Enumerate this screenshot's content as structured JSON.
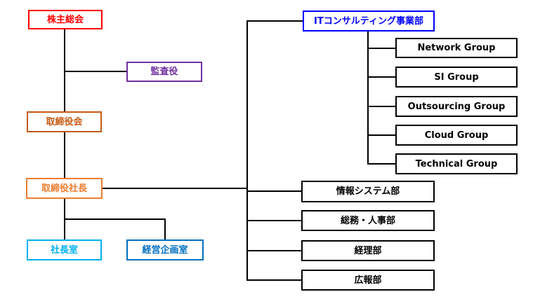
{
  "page": {
    "background": "#ffffff",
    "connector_color": "#000000"
  },
  "org": {
    "shareholders": {
      "label": "株主総会",
      "color": "#ff0000"
    },
    "auditor": {
      "label": "監査役",
      "color": "#7030a0"
    },
    "board": {
      "label": "取締役会",
      "color": "#c55a11"
    },
    "president": {
      "label": "取締役社長",
      "color": "#ed7d31"
    },
    "presidents_office": {
      "label": "社長室",
      "color": "#00b0f0"
    },
    "corporate_planning": {
      "label": "経営企画室",
      "color": "#0070c0"
    },
    "it_division": {
      "label": "ITコンサルティング事業部",
      "color": "#0000ff"
    },
    "groups": [
      {
        "label": "Network Group",
        "color": "#000000"
      },
      {
        "label": "SI Group",
        "color": "#000000"
      },
      {
        "label": "Outsourcing Group",
        "color": "#000000"
      },
      {
        "label": "Cloud Group",
        "color": "#000000"
      },
      {
        "label": "Technical Group",
        "color": "#000000"
      }
    ],
    "departments": [
      {
        "label": "情報システム部",
        "color": "#000000"
      },
      {
        "label": "総務・人事部",
        "color": "#000000"
      },
      {
        "label": "経理部",
        "color": "#000000"
      },
      {
        "label": "広報部",
        "color": "#000000"
      }
    ]
  }
}
